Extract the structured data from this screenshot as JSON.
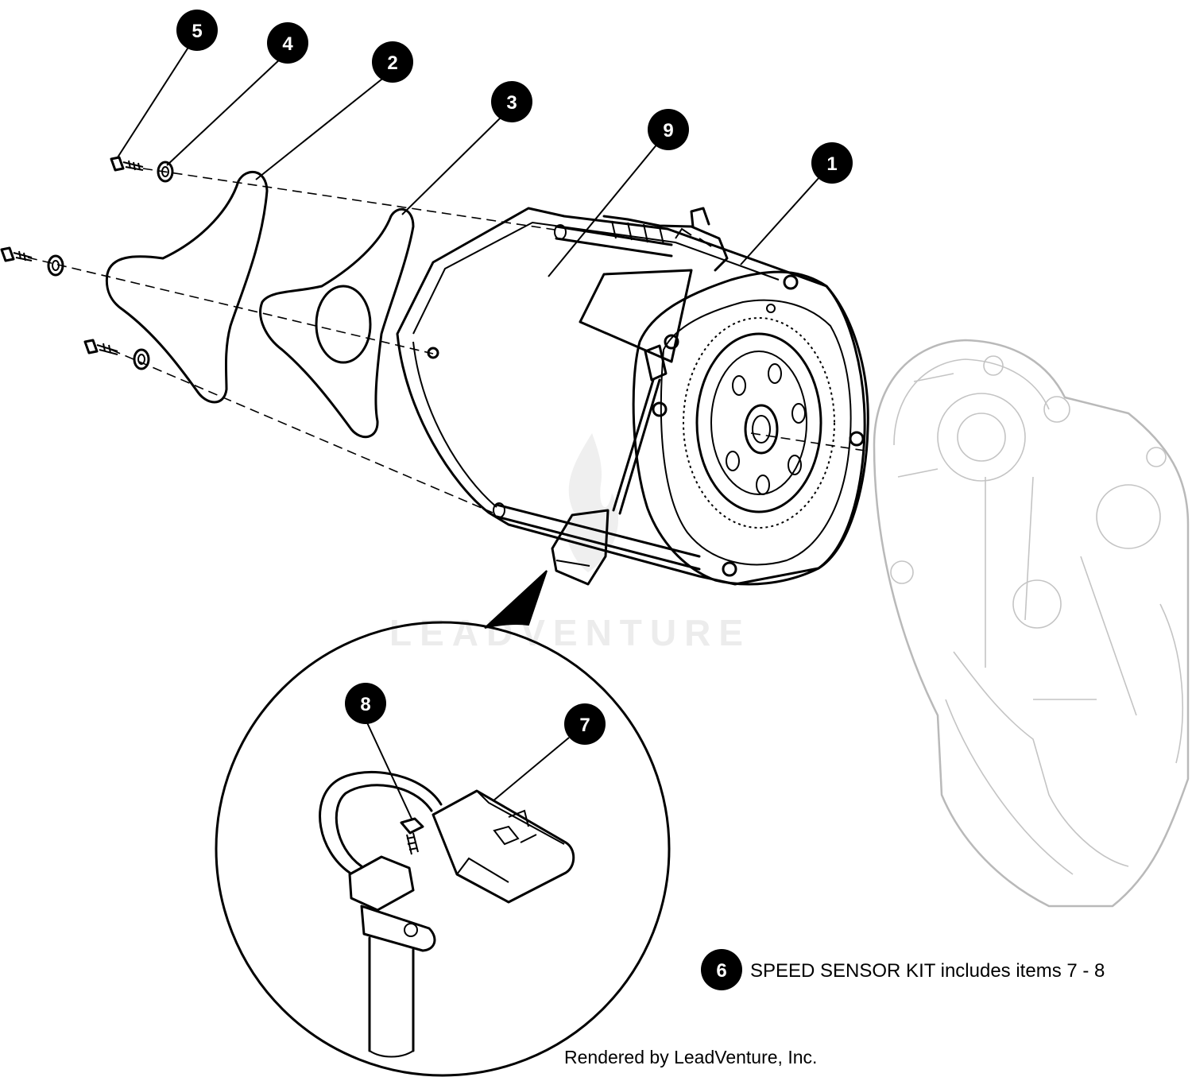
{
  "callouts": [
    {
      "number": "1"
    },
    {
      "number": "2"
    },
    {
      "number": "3"
    },
    {
      "number": "4"
    },
    {
      "number": "5"
    },
    {
      "number": "6"
    },
    {
      "number": "7"
    },
    {
      "number": "8"
    },
    {
      "number": "9"
    }
  ],
  "note": {
    "number": "6",
    "text": "SPEED SENSOR KIT includes items 7 - 8"
  },
  "watermark": {
    "text": "LEADVENTURE"
  },
  "credit": {
    "text": "Rendered by LeadVenture, Inc."
  }
}
